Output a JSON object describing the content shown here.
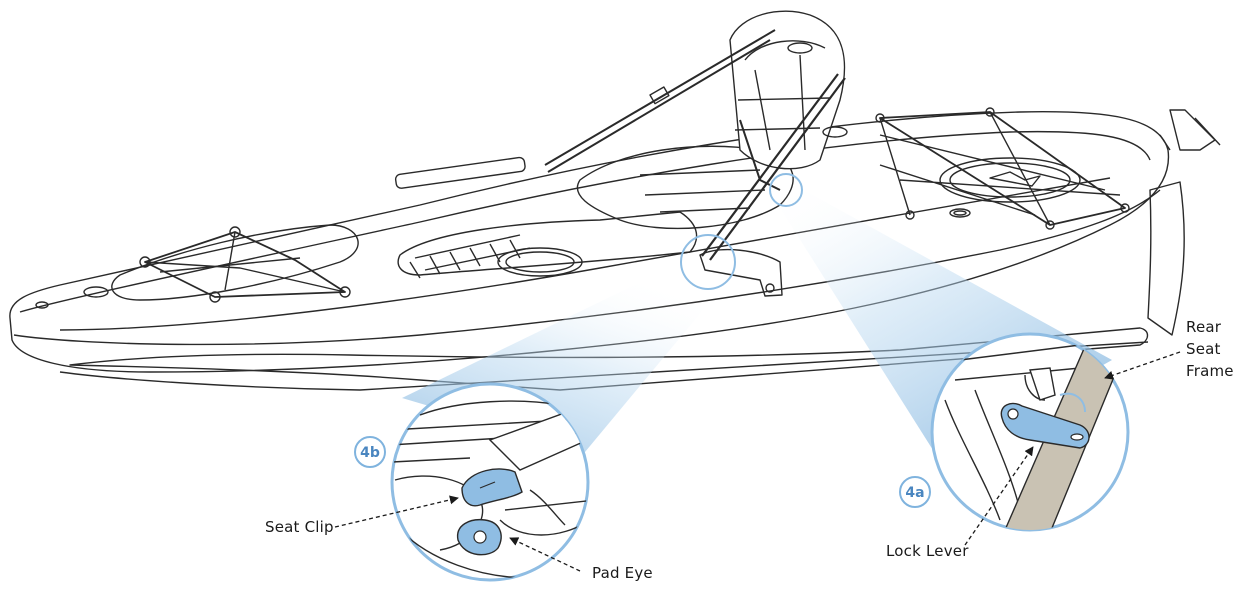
{
  "callouts": {
    "badge_4b": "4b",
    "badge_4a": "4a"
  },
  "labels": {
    "seat_clip": "Seat Clip",
    "pad_eye": "Pad Eye",
    "lock_lever": "Lock Lever",
    "rear_seat_frame_1": "Rear",
    "rear_seat_frame_2": "Seat",
    "rear_seat_frame_3": "Frame"
  },
  "colors": {
    "outline": "#2a2a2a",
    "beam": "#a9cdea",
    "highlight": "#8fbde3",
    "badge": "#7fb3de",
    "frame_fill": "#c9c2b3"
  }
}
